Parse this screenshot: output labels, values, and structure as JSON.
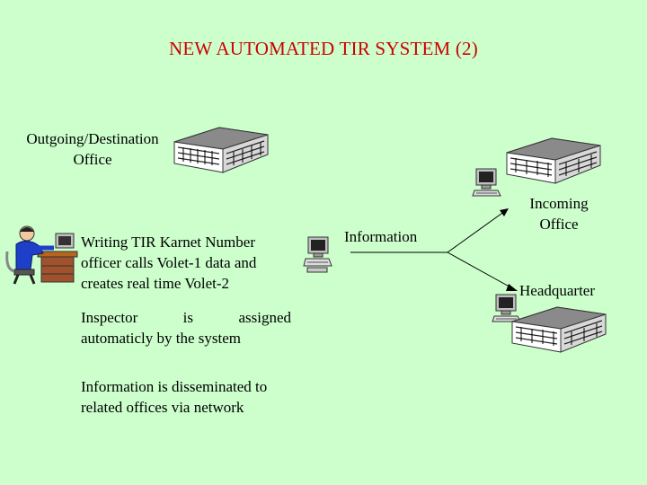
{
  "title": "NEW AUTOMATED TIR SYSTEM (2)",
  "offices": {
    "outgoing_line1": "Outgoing/Destination",
    "outgoing_line2": "Office",
    "incoming_line1": "Incoming",
    "incoming_line2": "Office",
    "headquarter": "Headquarter"
  },
  "steps": {
    "writing": [
      "Writing TIR Karnet Number",
      "officer calls Volet-1 data and",
      "creates real time Volet-2"
    ],
    "inspector": [
      "Inspector is assigned",
      "automaticly by the system"
    ],
    "dissemination": [
      "Information is disseminated to",
      "related offices via network"
    ]
  },
  "information_label": "Information",
  "colors": {
    "background": "#ccffcc",
    "title": "#cc0000",
    "building_roof": "#8a8a8a",
    "building_wall": "#ffffff",
    "person_shirt": "#1e3fc8",
    "desk": "#a0522d"
  },
  "icons": [
    "office-building-icon",
    "computer-terminal-icon",
    "officer-at-desk-icon"
  ]
}
